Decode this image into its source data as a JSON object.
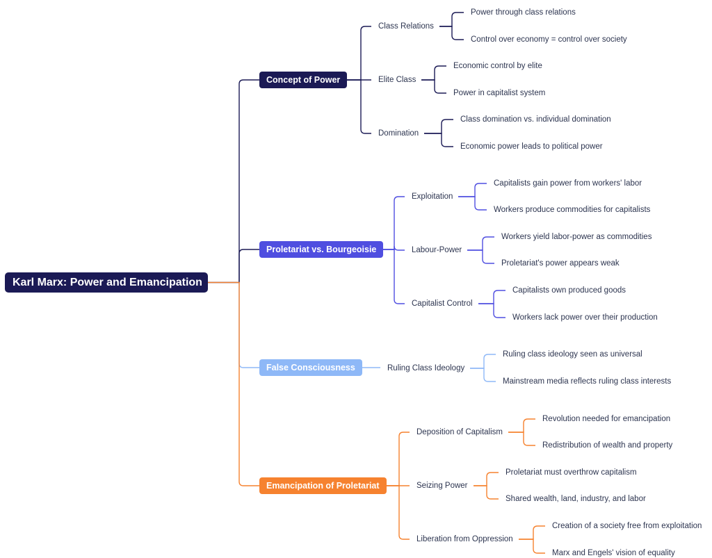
{
  "mindmap": {
    "root": {
      "label": "Karl Marx: Power and Emancipation",
      "color": "#1b1a55"
    },
    "branches": [
      {
        "label": "Concept of Power",
        "color": "#1b1a55",
        "children": [
          {
            "label": "Class Relations",
            "leaves": [
              "Power through class relations",
              "Control over economy = control over society"
            ]
          },
          {
            "label": "Elite Class",
            "leaves": [
              "Economic control by elite",
              "Power in capitalist system"
            ]
          },
          {
            "label": "Domination",
            "leaves": [
              "Class domination vs. individual domination",
              "Economic power leads to political power"
            ]
          }
        ]
      },
      {
        "label": "Proletariat vs. Bourgeoisie",
        "color": "#4f4ee0",
        "children": [
          {
            "label": "Exploitation",
            "leaves": [
              "Capitalists gain power from workers' labor",
              "Workers produce commodities for capitalists"
            ]
          },
          {
            "label": "Labour-Power",
            "leaves": [
              "Workers yield labor-power as commodities",
              "Proletariat's power appears weak"
            ]
          },
          {
            "label": "Capitalist Control",
            "leaves": [
              "Capitalists own produced goods",
              "Workers lack power over their production"
            ]
          }
        ]
      },
      {
        "label": "False Consciousness",
        "color": "#8eb8f7",
        "children": [
          {
            "label": "Ruling Class Ideology",
            "leaves": [
              "Ruling class ideology seen as universal",
              "Mainstream media reflects ruling class interests"
            ]
          }
        ]
      },
      {
        "label": "Emancipation of Proletariat",
        "color": "#f6822f",
        "children": [
          {
            "label": "Deposition of Capitalism",
            "leaves": [
              "Revolution needed for emancipation",
              "Redistribution of wealth and property"
            ]
          },
          {
            "label": "Seizing Power",
            "leaves": [
              "Proletariat must overthrow capitalism",
              "Shared wealth, land, industry, and labor"
            ]
          },
          {
            "label": "Liberation from Oppression",
            "leaves": [
              "Creation of a society free from exploitation",
              "Marx and Engels' vision of equality"
            ]
          }
        ]
      }
    ]
  }
}
